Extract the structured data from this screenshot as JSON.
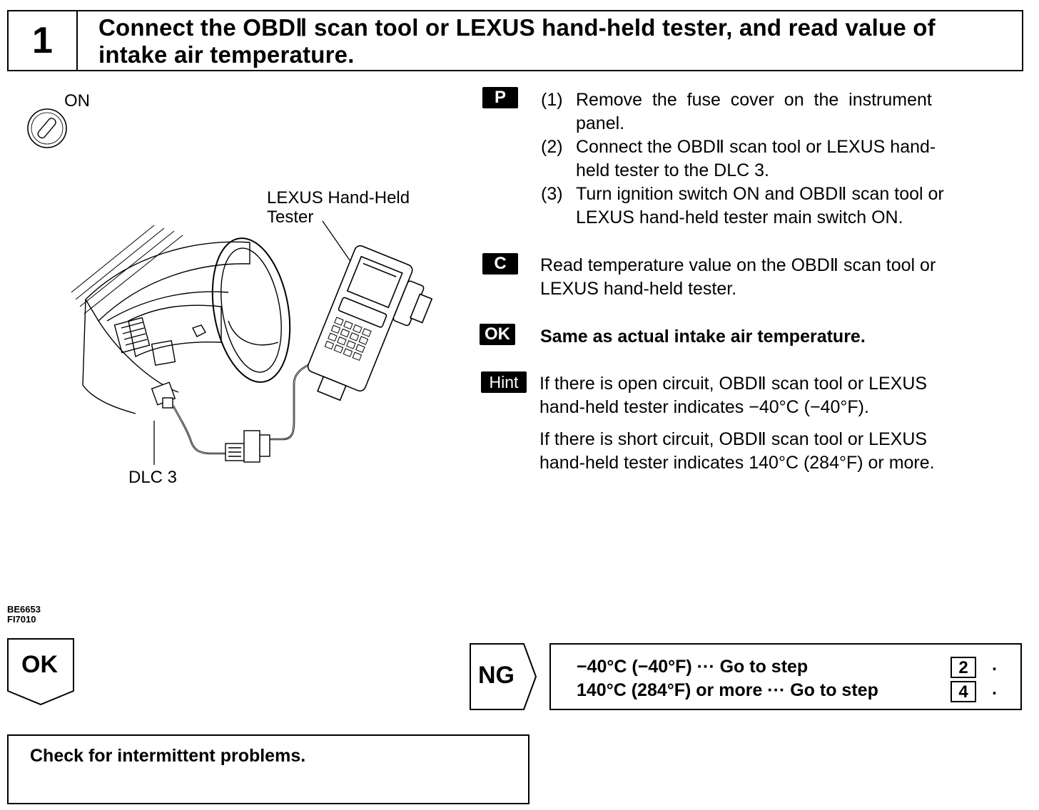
{
  "header": {
    "step_number": "1",
    "title_line1": "Connect the OBDⅡ scan tool or LEXUS hand-held tester, and read value of",
    "title_line2": "intake air temperature."
  },
  "figure": {
    "ignition_label": "ON",
    "tester_label_line1": "LEXUS Hand-Held",
    "tester_label_line2": "Tester",
    "connector_label": "DLC 3",
    "codes": [
      "BE6653",
      "FI7010"
    ]
  },
  "instructions": {
    "prep": {
      "tag": "P",
      "steps": [
        {
          "num": "(1)",
          "lines": [
            "Remove  the  fuse  cover  on  the  instrument",
            "panel."
          ]
        },
        {
          "num": "(2)",
          "lines": [
            "Connect the OBDⅡ scan tool or LEXUS hand-",
            "held tester to the DLC 3."
          ]
        },
        {
          "num": "(3)",
          "lines": [
            "Turn ignition switch ON and OBDⅡ scan tool or",
            "LEXUS hand-held tester main switch ON."
          ]
        }
      ]
    },
    "check": {
      "tag": "C",
      "lines": [
        "Read temperature value on the OBDⅡ scan tool or",
        "LEXUS hand-held tester."
      ]
    },
    "ok": {
      "tag": "OK",
      "text": "Same as actual intake air temperature."
    },
    "hint": {
      "tag": "Hint",
      "para1": [
        "If there is open circuit, OBDⅡ scan tool or LEXUS",
        "hand-held tester indicates −40°C (−40°F)."
      ],
      "para2": [
        "If there is short circuit, OBDⅡ scan tool or LEXUS",
        "hand-held tester indicates 140°C (284°F) or more."
      ]
    }
  },
  "flow": {
    "ok_label": "OK",
    "ng_label": "NG",
    "ng_rows": [
      {
        "text": "−40°C  (−40°F)  ···  Go  to  step",
        "step": "2",
        "dot": "."
      },
      {
        "text": "140°C (284°F) or more ··· Go to step",
        "step": "4",
        "dot": "."
      }
    ],
    "result": "Check for intermittent problems."
  }
}
